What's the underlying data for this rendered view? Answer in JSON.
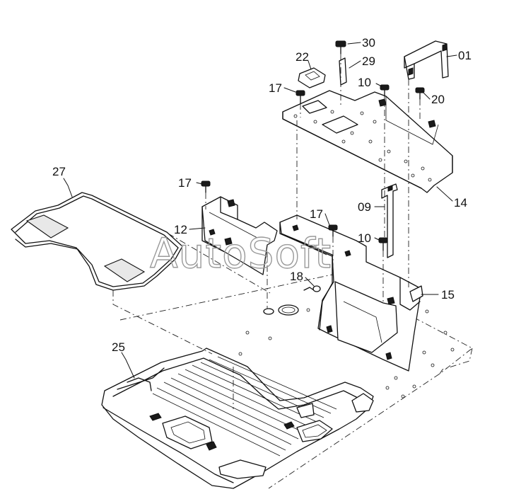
{
  "watermark": "AutoSoft",
  "callouts": {
    "p30": "30",
    "p29": "29",
    "p22": "22",
    "p01": "01",
    "p10a": "10",
    "p17a": "17",
    "p20": "20",
    "p27": "27",
    "p17b": "17",
    "p14": "14",
    "p12": "12",
    "p17c": "17",
    "p09": "09",
    "p10b": "10",
    "p18": "18",
    "p15": "15",
    "p25": "25"
  }
}
